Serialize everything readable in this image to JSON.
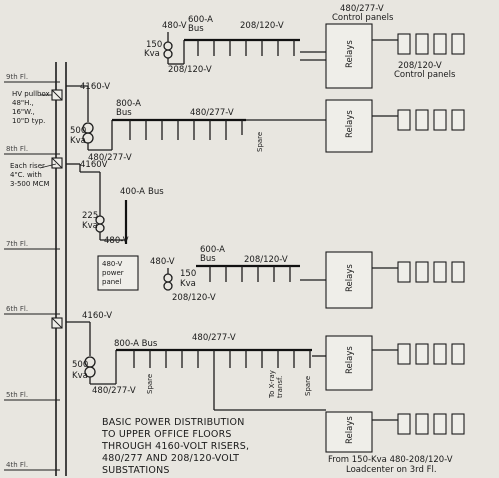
{
  "floors": {
    "f9": "9th Fl.",
    "f8": "8th Fl.",
    "f7": "7th Fl.",
    "f6": "6th Fl.",
    "f5": "5th Fl.",
    "f4": "4th Fl."
  },
  "pullbox_note": [
    "HV pullbox",
    "48\"H.,",
    "16\"W.,",
    "10\"D typ."
  ],
  "riser_note": [
    "Each riser",
    "4\"C. with",
    "3-500 MCM"
  ],
  "upper": {
    "v4160": "4160-V",
    "kva500": "500",
    "kva_unit": "Kva",
    "v480_277_low": "480/277-V",
    "bus800": "800-A",
    "bus_word": "Bus",
    "v480_277_bus": "480/277-V",
    "spare": "Spare",
    "v4160b": "4160V",
    "v480_top": "480-V",
    "kva150": "150",
    "kva150_unit": "Kva",
    "v208_120_low": "208/120-V",
    "bus600": "600-A",
    "bus600_word": "Bus",
    "v208_120_bus": "208/120-V",
    "cp_top": "480/277-V",
    "cp_top2": "Control panels",
    "cp_low": "208/120-V",
    "cp_low2": "Control panels",
    "relays": "Relays",
    "bus400": "400-A",
    "bus400_word": "Bus",
    "kva225": "225",
    "kva225_unit": "Kva",
    "v480_225": "480-V",
    "panel_1": "480-V",
    "panel_2": "power",
    "panel_3": "panel"
  },
  "lower": {
    "v480_top": "480-V",
    "kva150": "150",
    "kva150_unit": "Kva",
    "v208_120_low": "208/120-V",
    "bus600": "600-A",
    "bus600_word": "Bus",
    "v208_120_bus": "208/120-V",
    "v4160": "4160-V",
    "kva500": "500",
    "kva_unit": "Kva",
    "v480_277_low": "480/277-V",
    "bus800": "800-A Bus",
    "v480_277_bus": "480/277-V",
    "spare1": "Spare",
    "spare2": "Spare",
    "xray1": "To X-ray",
    "xray2": "transf.",
    "relays": "Relays"
  },
  "caption": [
    "BASIC POWER DISTRIBUTION",
    "TO UPPER OFFICE FLOORS",
    "THROUGH 4160-VOLT RISERS,",
    "480/277 AND 208/120-VOLT",
    "SUBSTATIONS"
  ],
  "from_note": [
    "From 150-Kva 480-208/120-V",
    "Loadcenter on 3rd Fl."
  ]
}
